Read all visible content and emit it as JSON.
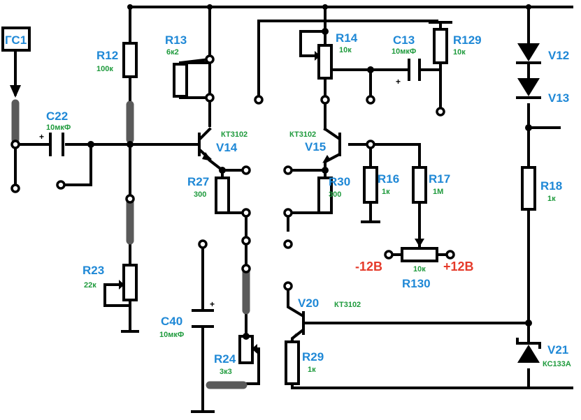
{
  "generator": {
    "label": "ГС1"
  },
  "capacitors": {
    "c22": {
      "ref": "C22",
      "value": "10мкФ",
      "polarity": "+"
    },
    "c13": {
      "ref": "C13",
      "value": "10мкФ",
      "polarity": "+"
    },
    "c40": {
      "ref": "C40",
      "value": "10мкФ",
      "polarity": "+"
    }
  },
  "resistors": {
    "r12": {
      "ref": "R12",
      "value": "100к"
    },
    "r13": {
      "ref": "R13",
      "value": "6к2"
    },
    "r14": {
      "ref": "R14",
      "value": "10к"
    },
    "r129": {
      "ref": "R129",
      "value": "10к"
    },
    "r27": {
      "ref": "R27",
      "value": "300"
    },
    "r30": {
      "ref": "R30",
      "value": "300"
    },
    "r16": {
      "ref": "R16",
      "value": "1к"
    },
    "r17": {
      "ref": "R17",
      "value": "1М"
    },
    "r18": {
      "ref": "R18",
      "value": "1к"
    },
    "r23": {
      "ref": "R23",
      "value": "22к"
    },
    "r24": {
      "ref": "R24",
      "value": "3к3"
    },
    "r29": {
      "ref": "R29",
      "value": "1к"
    },
    "r130": {
      "ref": "R130",
      "value": "10к"
    }
  },
  "transistors": {
    "v14": {
      "ref": "V14",
      "type": "КТ3102"
    },
    "v15": {
      "ref": "V15",
      "type": "КТ3102"
    },
    "v20": {
      "ref": "V20",
      "type": "КТ3102"
    }
  },
  "diodes": {
    "v12": {
      "ref": "V12"
    },
    "v13": {
      "ref": "V13"
    },
    "v21": {
      "ref": "V21",
      "type": "КС133А"
    }
  },
  "supply": {
    "negative": "-12В",
    "positive": "+12В"
  },
  "colors": {
    "designator": "#1f88d6",
    "value": "#1e9a3c",
    "supply": "#e53a2a",
    "jumper": "#5a5a5a"
  }
}
